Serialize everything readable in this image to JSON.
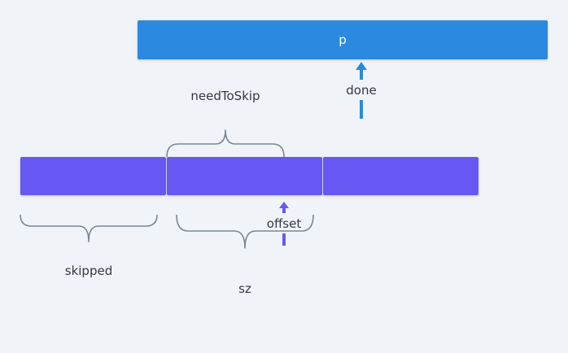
{
  "buffer_p": {
    "label": "p",
    "color": "#2b8ae0"
  },
  "segments": {
    "color": "#6758f4"
  },
  "labels": {
    "need_to_skip": "needToSkip",
    "done": "done",
    "skipped": "skipped",
    "offset": "offset",
    "sz": "sz"
  },
  "colors": {
    "background": "#f0f4f8",
    "brace": "#7a8693",
    "done_arrow": "#2b8ae0",
    "offset_arrow": "#6758f4",
    "text": "#333840"
  }
}
